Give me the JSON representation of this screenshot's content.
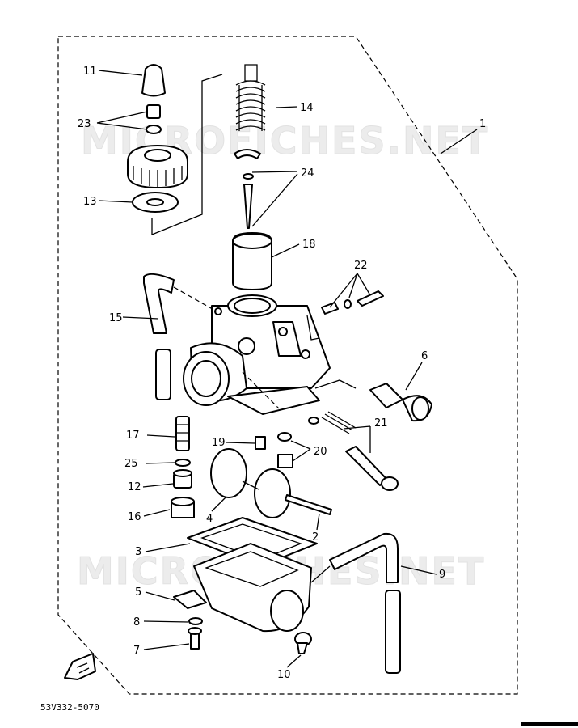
{
  "diagram": {
    "watermark": "MICROFICHES.NET",
    "footer_code": "53V332-5070",
    "callouts": [
      "1",
      "2",
      "3",
      "4",
      "5",
      "6",
      "7",
      "8",
      "9",
      "10",
      "11",
      "12",
      "13",
      "14",
      "15",
      "16",
      "17",
      "18",
      "19",
      "20",
      "21",
      "22",
      "23",
      "24",
      "25"
    ]
  }
}
